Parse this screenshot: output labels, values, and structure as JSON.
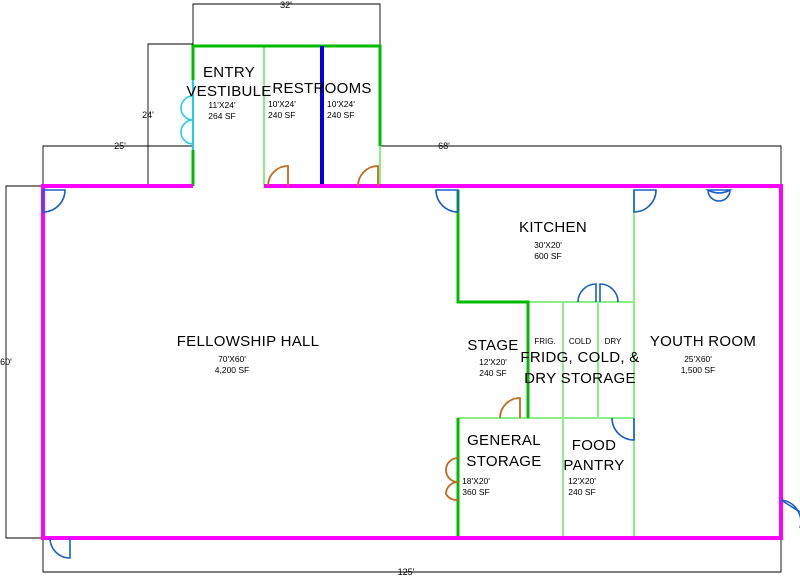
{
  "dimensions": {
    "top_width": "32'",
    "left_wing_width": "25'",
    "right_wing_width": "68'",
    "entry_height": "24'",
    "hall_height": "60'",
    "total_width": "125'"
  },
  "rooms": {
    "entry": {
      "name_line1": "ENTRY",
      "name_line2": "VESTIBULE",
      "size": "11'X24'",
      "area": "264 SF"
    },
    "restrooms": {
      "name": "RESTROOMS",
      "left_size": "10'X24'",
      "left_area": "240 SF",
      "right_size": "10'X24'",
      "right_area": "240 SF"
    },
    "kitchen": {
      "name": "KITCHEN",
      "size": "30'X20'",
      "area": "600 SF"
    },
    "fellowship": {
      "name": "FELLOWSHIP HALL",
      "size": "70'X60'",
      "area": "4,200 SF"
    },
    "stage": {
      "name": "STAGE",
      "size": "12'X20'",
      "area": "240 SF"
    },
    "storage": {
      "label_frig": "FRIG.",
      "label_cold": "COLD",
      "label_dry": "DRY",
      "name_line1": "FRIDG, COLD, &",
      "name_line2": "DRY STORAGE"
    },
    "youth": {
      "name": "YOUTH ROOM",
      "size": "25'X60'",
      "area": "1,500 SF"
    },
    "general": {
      "name_line1": "GENERAL",
      "name_line2": "STORAGE",
      "size": "18'X20'",
      "area": "360 SF"
    },
    "pantry": {
      "name_line1": "FOOD",
      "name_line2": "PANTRY",
      "size": "12'X20'",
      "area": "240 SF"
    }
  },
  "colors": {
    "exterior_wall": "#ff00ff",
    "room_wall": "#00bb00",
    "light_wall": "#88ee88",
    "plumbing_wall": "#0000dd",
    "door_blue": "#1a5fc8",
    "door_brown": "#c2691e",
    "door_cyan": "#22ccee"
  }
}
